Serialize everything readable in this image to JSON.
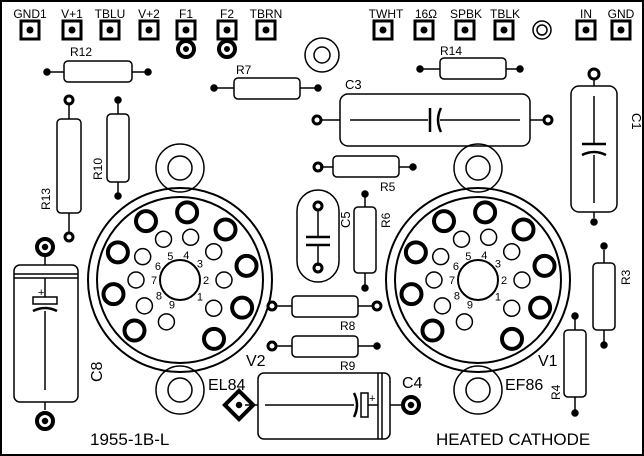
{
  "top_labels": {
    "gnd1": "GND1",
    "v1": "V+1",
    "tblu": "TBLU",
    "v2": "V+2",
    "f1": "F1",
    "f2": "F2",
    "tbrn": "TBRN",
    "twht": "TWHT",
    "ohm16": "16Ω",
    "spbk": "SPBK",
    "tblk": "TBLK",
    "in": "IN",
    "gnd": "GND"
  },
  "resistors": {
    "r12": "R12",
    "r7": "R7",
    "r14": "R14",
    "r10": "R10",
    "r13": "R13",
    "r5": "R5",
    "r6": "R6",
    "r8": "R8",
    "r9": "R9",
    "r3": "R3",
    "r4": "R4"
  },
  "capacitors": {
    "c3": "C3",
    "c1": "C1",
    "c5": "C5",
    "c8": "C8",
    "c4": "C4"
  },
  "tubes": {
    "left": {
      "ref": "V2",
      "type": "EL84",
      "pins": [
        "1",
        "2",
        "3",
        "4",
        "5",
        "6",
        "7",
        "8",
        "9"
      ]
    },
    "right": {
      "ref": "V1",
      "type": "EF86",
      "pins": [
        "1",
        "2",
        "3",
        "4",
        "5",
        "6",
        "7",
        "8",
        "9"
      ]
    }
  },
  "polarity": {
    "c8": "+",
    "c4": "+"
  },
  "footer": {
    "left": "1955-1B-L",
    "right": "HEATED CATHODE"
  }
}
